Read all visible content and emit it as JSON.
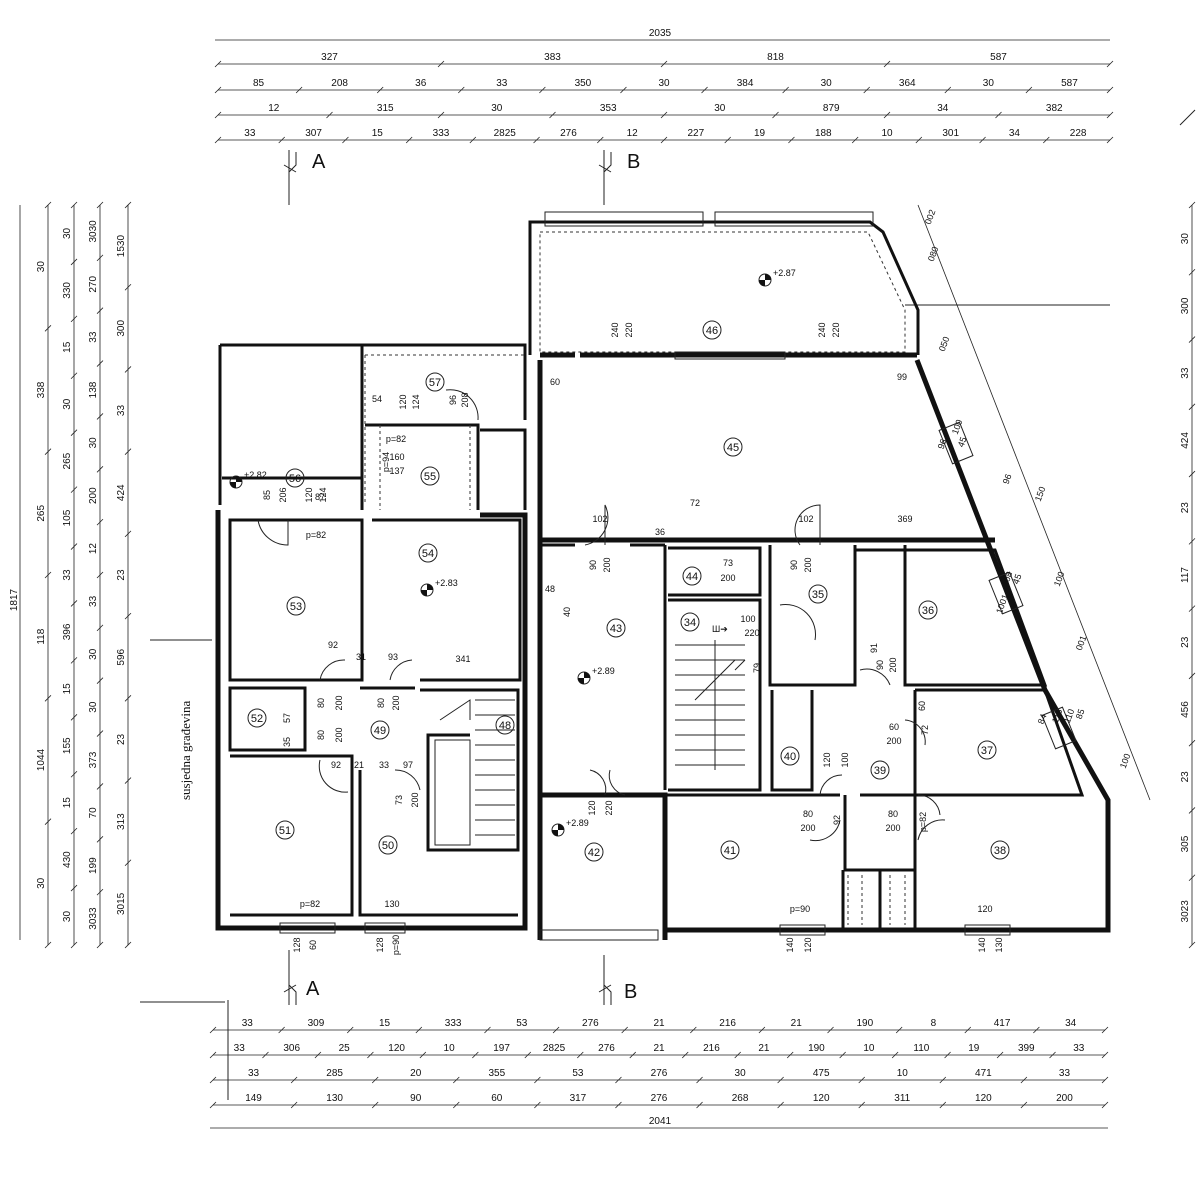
{
  "section_a": "A",
  "section_b": "B",
  "neighbor_label": "susjedna građevina",
  "top_total": "2035",
  "bottom_total": "2041",
  "left_total": "1817",
  "top_rows": [
    [
      "327",
      "383",
      "818",
      "587"
    ],
    [
      "85",
      "208",
      "36",
      "33",
      "350",
      "30",
      "384",
      "30",
      "364",
      "30",
      "587"
    ],
    [
      "12",
      "315",
      "30",
      "353",
      "30",
      "879",
      "34",
      "382"
    ],
    [
      "33",
      "307",
      "15",
      "333",
      "2825",
      "276",
      "12",
      "227",
      "19",
      "188",
      "10",
      "301",
      "34",
      "228"
    ]
  ],
  "bottom_rows": [
    [
      "33",
      "309",
      "15",
      "333",
      "53",
      "276",
      "21",
      "216",
      "21",
      "190",
      "8",
      "417",
      "34"
    ],
    [
      "33",
      "306",
      "25",
      "120",
      "10",
      "197",
      "2825",
      "276",
      "21",
      "216",
      "21",
      "190",
      "10",
      "110",
      "19",
      "399",
      "33"
    ],
    [
      "33",
      "285",
      "20",
      "355",
      "53",
      "276",
      "30",
      "475",
      "10",
      "471",
      "33"
    ],
    [
      "149",
      "130",
      "90",
      "60",
      "317",
      "276",
      "268",
      "120",
      "311",
      "120",
      "200"
    ]
  ],
  "left_cols": [
    [
      "30",
      "338",
      "265",
      "118",
      "1044",
      "30"
    ],
    [
      "30",
      "330",
      "15",
      "30",
      "265",
      "105",
      "33",
      "396",
      "15",
      "155",
      "15",
      "430",
      "30"
    ],
    [
      "3030",
      "270",
      "33",
      "138",
      "30",
      "200",
      "12",
      "33",
      "30",
      "30",
      "373",
      "70",
      "199",
      "3033"
    ],
    [
      "1530",
      "300",
      "33",
      "424",
      "23",
      "596",
      "23",
      "313",
      "3015"
    ]
  ],
  "right_col": [
    "30",
    "300",
    "33",
    "424",
    "23",
    "117",
    "23",
    "456",
    "23",
    "305",
    "3023"
  ],
  "rooms": [
    {
      "num": "46"
    },
    {
      "num": "45"
    },
    {
      "num": "57"
    },
    {
      "num": "55"
    },
    {
      "num": "56"
    },
    {
      "num": "54"
    },
    {
      "num": "53"
    },
    {
      "num": "52"
    },
    {
      "num": "49"
    },
    {
      "num": "48"
    },
    {
      "num": "51"
    },
    {
      "num": "50"
    },
    {
      "num": "43"
    },
    {
      "num": "44"
    },
    {
      "num": "34"
    },
    {
      "num": "35"
    },
    {
      "num": "36"
    },
    {
      "num": "37"
    },
    {
      "num": "40"
    },
    {
      "num": "39"
    },
    {
      "num": "41"
    },
    {
      "num": "42"
    },
    {
      "num": "38"
    }
  ],
  "levels": [
    "+2.87",
    "+2.82",
    "+2.83",
    "+2.89",
    "+2.89"
  ],
  "labels": [
    "60",
    "99",
    "96",
    "100",
    "45",
    "240",
    "220",
    "240",
    "220",
    "54",
    "120",
    "124",
    "96",
    "208",
    "160",
    "137",
    "p=82",
    "p=94",
    "85",
    "206",
    "120",
    "124",
    "p=82",
    "87",
    "102",
    "36",
    "72",
    "102",
    "369",
    "90",
    "200",
    "90",
    "200",
    "73",
    "200",
    "48",
    "40",
    "100",
    "220",
    "91",
    "90",
    "200",
    "108",
    "45",
    "341",
    "92",
    "31",
    "93",
    "80",
    "200",
    "80",
    "200",
    "80",
    "200",
    "57",
    "35",
    "92",
    "21",
    "33",
    "97",
    "73",
    "200",
    "79",
    "120",
    "220",
    "60",
    "200",
    "60",
    "72",
    "120",
    "100",
    "80",
    "200",
    "80",
    "200",
    "92",
    "p=82",
    "p=82",
    "130",
    "128",
    "60",
    "128",
    "p=90",
    "p=90",
    "120",
    "140",
    "120",
    "140",
    "130",
    "84",
    "115",
    "110",
    "85",
    "96",
    "100",
    "001",
    "100",
    "080",
    "002",
    "050",
    "150",
    "1001",
    "2"
  ]
}
